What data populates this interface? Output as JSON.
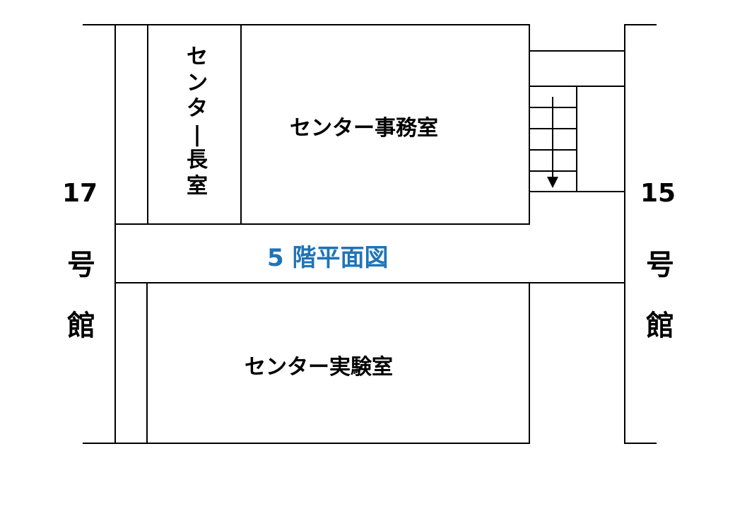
{
  "title": "5 階平面図",
  "colors": {
    "line": "#000000",
    "title": "#1f74b8",
    "background": "#ffffff"
  },
  "rooms": {
    "director_room": "センター長室",
    "office": "センター事務室",
    "lab": "センター実験室"
  },
  "buildings": {
    "left": {
      "number": "17",
      "chars": [
        "号",
        "館"
      ]
    },
    "right": {
      "number": "15",
      "chars": [
        "号",
        "館"
      ]
    }
  },
  "stairs": {
    "direction": "down",
    "icon": "down-arrow-icon"
  }
}
